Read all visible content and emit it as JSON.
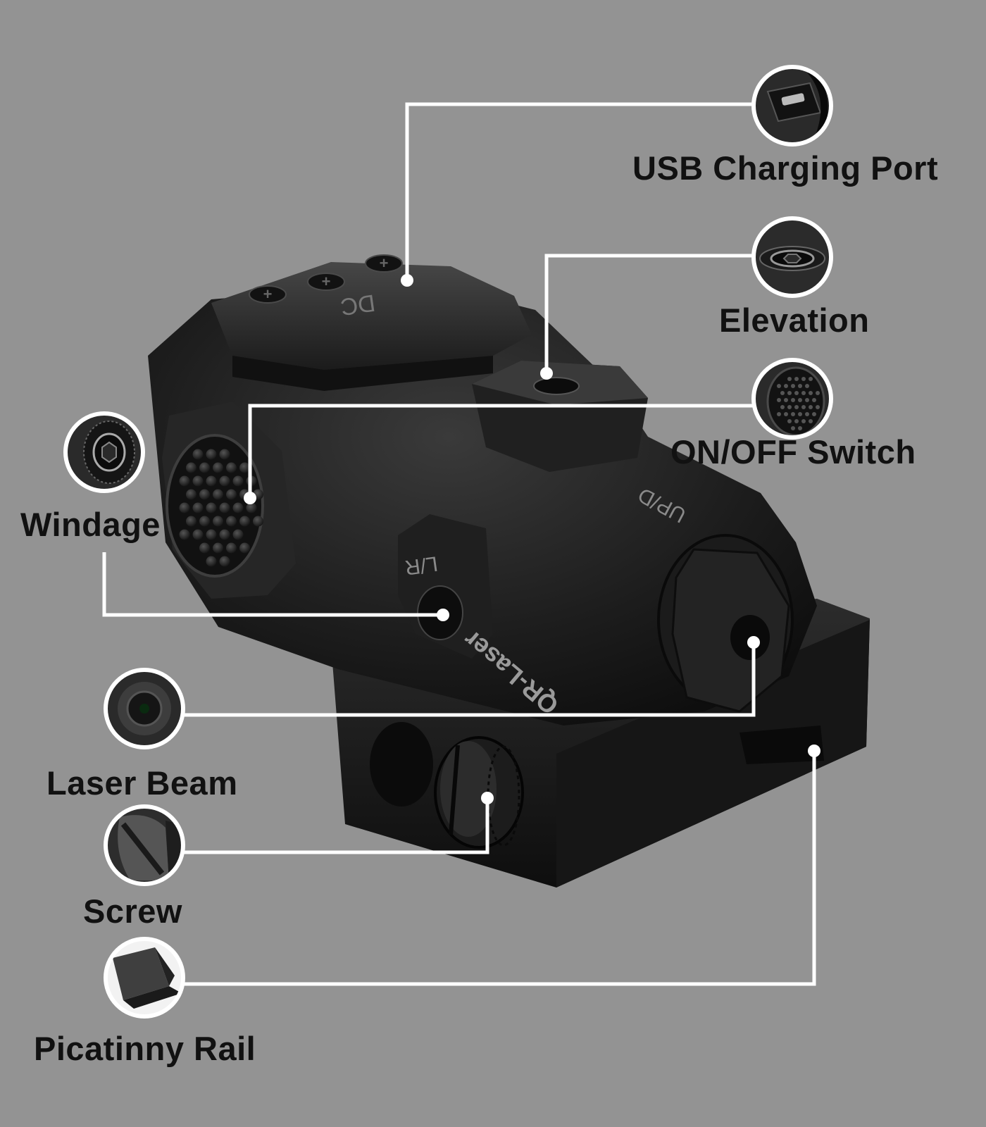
{
  "callouts": {
    "usb_port": "USB Charging Port",
    "elevation": "Elevation",
    "on_off": "ON/OFF Switch",
    "windage": "Windage",
    "laser_beam": "Laser Beam",
    "screw": "Screw",
    "rail": "Picatinny Rail"
  },
  "device_markings": {
    "dc": "DC",
    "up_d": "UP/D",
    "l_r": "L/R",
    "brand": "QR-Laser"
  },
  "colors": {
    "background": "#939393",
    "leader_line": "#ffffff",
    "device_body": "#1a1a1a",
    "label_text": "#111111"
  }
}
